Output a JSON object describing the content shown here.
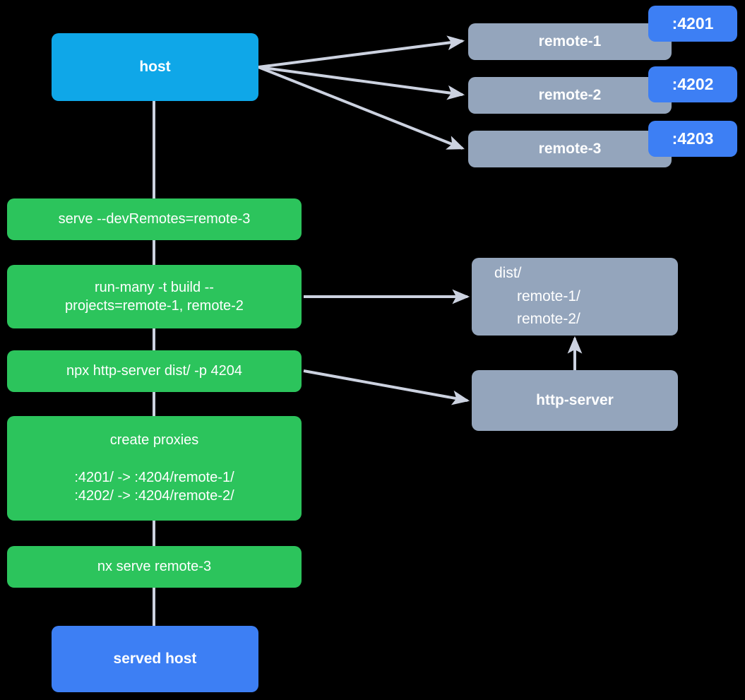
{
  "diagram": {
    "title": "Nx host and remotes serve flow",
    "background": "#000000",
    "edge_color": "#ccd2e0",
    "colors": {
      "host": "#0fa7e8",
      "remote": "#94a5bc",
      "badge": "#3d7ff4",
      "command": "#2cc45c",
      "served_host": "#3d7ff4",
      "edge": "#ccd2e0",
      "text": "#ffffff"
    }
  },
  "nodes": {
    "host": {
      "label": "host",
      "kind": "host"
    },
    "remotes": [
      {
        "label": "remote-1",
        "port_badge": ":4201"
      },
      {
        "label": "remote-2",
        "port_badge": ":4202"
      },
      {
        "label": "remote-3",
        "port_badge": ":4203"
      }
    ],
    "commands": [
      {
        "label": "serve --devRemotes=remote-3"
      },
      {
        "label": "run-many -t build --\nprojects=remote-1, remote-2"
      },
      {
        "label": "npx http-server dist/ -p 4204"
      },
      {
        "label": "create proxies\n\n:4201/ -> :4204/remote-1/\n:4202/ -> :4204/remote-2/"
      },
      {
        "label": "nx serve remote-3"
      }
    ],
    "dist": {
      "root_label": "dist/",
      "children": "remote-1/\nremote-2/"
    },
    "http_server": {
      "label": "http-server"
    },
    "served_host": {
      "label": "served host"
    }
  },
  "edges": [
    {
      "from": "host",
      "to": "remote-1",
      "type": "arrow"
    },
    {
      "from": "host",
      "to": "remote-2",
      "type": "arrow"
    },
    {
      "from": "host",
      "to": "remote-3",
      "type": "arrow"
    },
    {
      "from": "host",
      "to": "served-host",
      "type": "spine"
    },
    {
      "from": "run-many",
      "to": "dist",
      "type": "arrow"
    },
    {
      "from": "npx-http-server",
      "to": "http-server",
      "type": "arrow"
    },
    {
      "from": "http-server",
      "to": "dist",
      "type": "arrow"
    }
  ]
}
